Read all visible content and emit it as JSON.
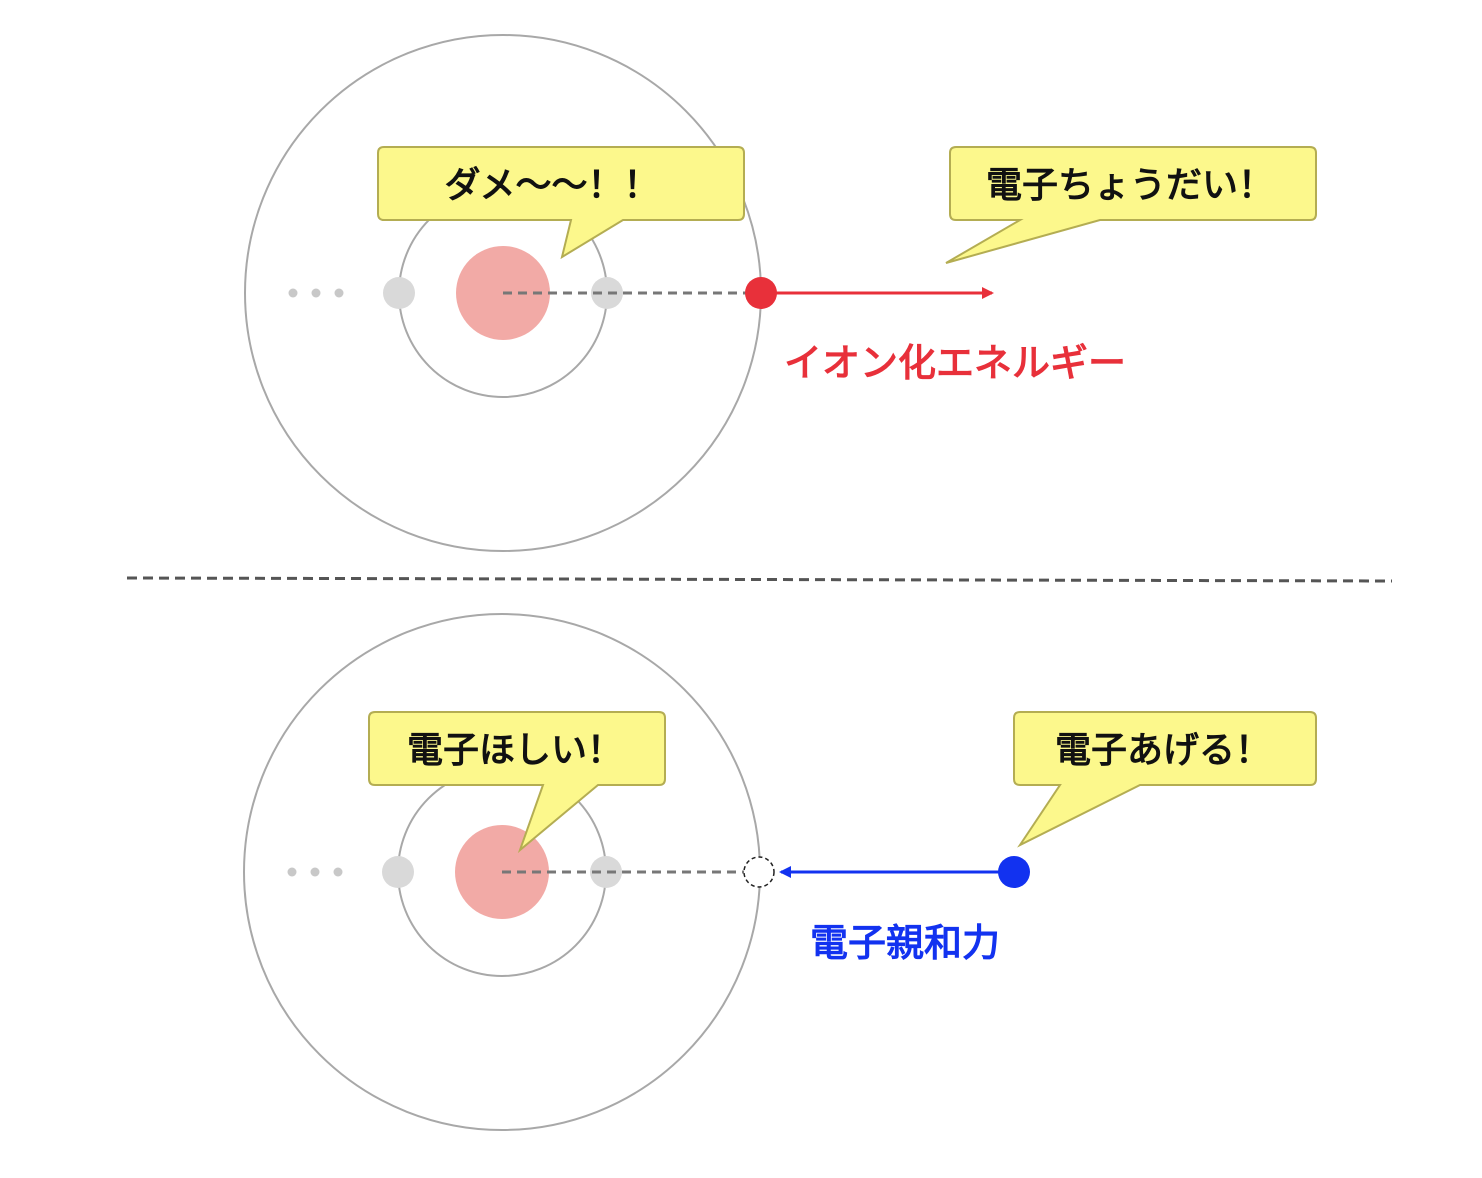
{
  "top": {
    "nucleus_speech": "ダメ〜〜！！",
    "outside_speech": "電子ちょうだい！",
    "arrow_label": "イオン化エネルギー",
    "arrow_color": "#e8303a"
  },
  "bottom": {
    "nucleus_speech": "電子ほしい！",
    "outside_speech": "電子あげる！",
    "arrow_label": "電子親和力",
    "arrow_color": "#1232f0"
  },
  "colors": {
    "nucleus": "#f2aaa6",
    "inner_electron": "#d9d9d9",
    "shell": "#a8a8a8",
    "bubble_fill": "#fcf88c",
    "bubble_stroke": "#b4ad52",
    "divider": "#555555"
  }
}
